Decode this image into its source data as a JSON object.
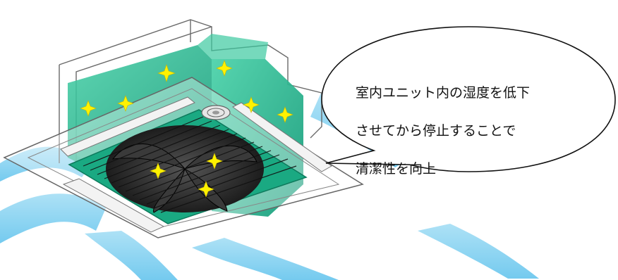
{
  "callout": {
    "lines": [
      "室内ユニット内の湿度を低下",
      "させてから停止することで",
      "清潔性を向上"
    ]
  },
  "colors": {
    "airflow": "#7fd0f0",
    "panel_green": "#1fb08a",
    "panel_green_light": "#3cc9a0",
    "fan_dark": "#222222",
    "sparkle": "#fff200",
    "outline": "#555555"
  },
  "icons": [
    "sparkle-icon"
  ]
}
